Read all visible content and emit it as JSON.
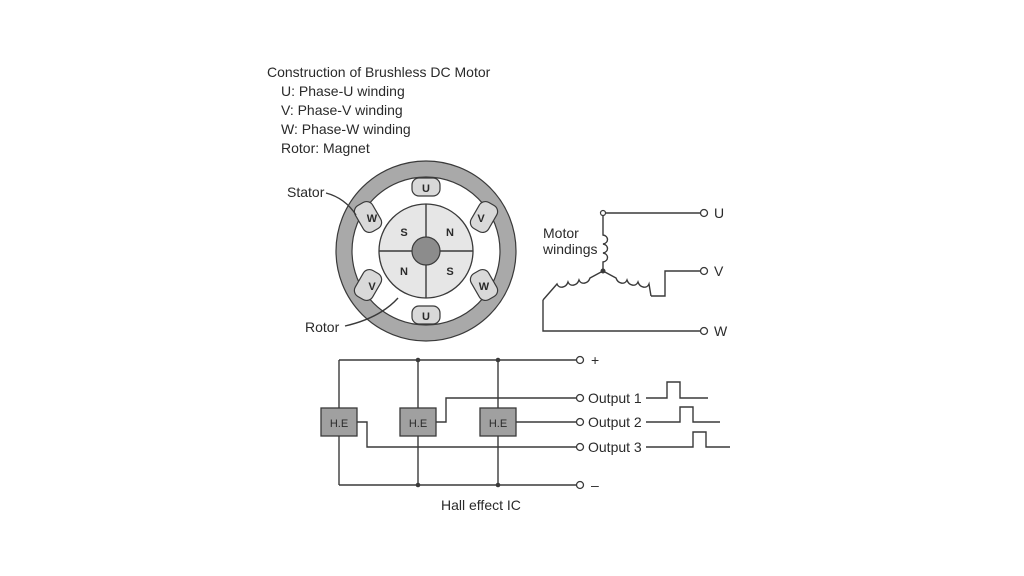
{
  "title": "Construction of Brushless DC Motor",
  "legend": [
    "U: Phase-U winding",
    "V: Phase-V winding",
    "W: Phase-W winding",
    "Rotor: Magnet"
  ],
  "labels": {
    "stator": "Stator",
    "rotor": "Rotor",
    "motor_windings_line1": "Motor",
    "motor_windings_line2": "windings",
    "terminal_u": "U",
    "terminal_v": "V",
    "terminal_w": "W",
    "plus": "+",
    "minus": "–",
    "output1": "Output 1",
    "output2": "Output 2",
    "output3": "Output 3",
    "hall_ic": "Hall effect IC",
    "he": "H.E"
  },
  "motor": {
    "coil_top": "U",
    "coil_bottom": "U",
    "coil_upper_left": "W",
    "coil_upper_right": "V",
    "coil_lower_left": "V",
    "coil_lower_right": "W",
    "rotor_tl": "S",
    "rotor_tr": "N",
    "rotor_bl": "N",
    "rotor_br": "S"
  },
  "colors": {
    "line": "#3a3a3a",
    "stator": "#a9a9a9",
    "block": "#a0a0a0",
    "rotor": "#e6e6e6",
    "hub": "#8c8c8c"
  }
}
